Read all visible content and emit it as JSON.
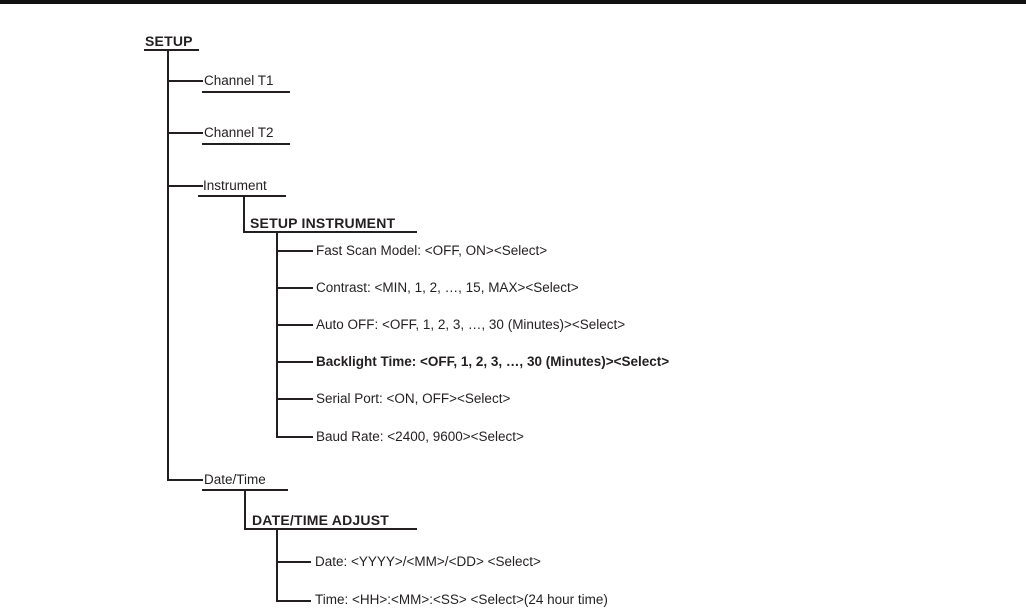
{
  "diagram": {
    "kind": "menu-tree",
    "root_label": "SETUP",
    "level1": {
      "channel_t1": "Channel T1",
      "channel_t2": "Channel T2",
      "instrument": "Instrument",
      "date_time": "Date/Time"
    },
    "instrument_submenu": {
      "title": "SETUP INSTRUMENT",
      "items": [
        {
          "label": "Fast Scan Model: <OFF, ON><Select>",
          "bold": false
        },
        {
          "label": "Contrast: <MIN, 1, 2, …, 15, MAX><Select>",
          "bold": false
        },
        {
          "label": "Auto OFF: <OFF, 1, 2, 3, …, 30 (Minutes)><Select>",
          "bold": false
        },
        {
          "label": "Backlight Time: <OFF, 1, 2, 3, …, 30 (Minutes)><Select>",
          "bold": true
        },
        {
          "label": "Serial Port: <ON, OFF><Select>",
          "bold": false
        },
        {
          "label": "Baud Rate: <2400, 9600><Select>",
          "bold": false
        }
      ]
    },
    "datetime_submenu": {
      "title": "DATE/TIME ADJUST",
      "items": [
        {
          "label": "Date: <YYYY>/<MM>/<DD> <Select>",
          "bold": false
        },
        {
          "label": "Time: <HH>:<MM>:<SS> <Select>(24 hour time)",
          "bold": false
        }
      ]
    },
    "colors": {
      "line": "#231f20",
      "text": "#231f20",
      "background": "#ffffff",
      "top_rule": "#111111"
    }
  }
}
